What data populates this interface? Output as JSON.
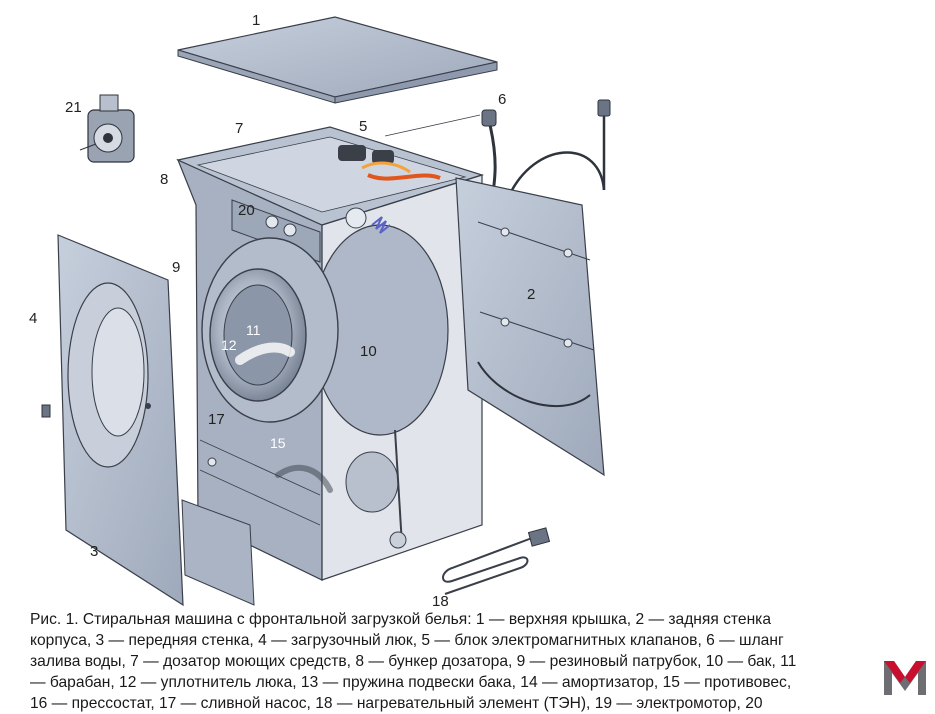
{
  "labels": {
    "l1": "1",
    "l2": "2",
    "l3": "3",
    "l4": "4",
    "l5": "5",
    "l6": "6",
    "l7": "7",
    "l8": "8",
    "l9": "9",
    "l10": "10",
    "l11": "11",
    "l12": "12",
    "l15": "15",
    "l17": "17",
    "l18": "18",
    "l20": "20",
    "l21": "21"
  },
  "caption": [
    "Рис. 1. Стиральная машина с фронтальной загрузкой белья: 1 — верхняя крышка, 2 — задняя стенка",
    "корпуса, 3 — передняя стенка, 4 — загрузочный люк, 5 — блок электромагнитных клапанов, 6 — шланг",
    "залива воды, 7 — дозатор моющих средств, 8 — бункер дозатора, 9 — резиновый патрубок, 10 — бак, 11",
    "— барабан, 12 — уплотнитель люка, 13 — пружина подвески бака, 14 — амортизатор, 15 — противовес,",
    "16 — прессостат, 17 — сливной насос, 18 — нагревательный элемент (ТЭН), 19 — электромотор, 20"
  ],
  "colors": {
    "panel": "#aeb8c8",
    "panel_dark": "#8e99ad",
    "outline": "#3a3f4a",
    "heater": "#e0561c",
    "logo_red": "#c8102e",
    "logo_gray": "#6d6e71"
  },
  "logo_icon": "m-logo-icon"
}
